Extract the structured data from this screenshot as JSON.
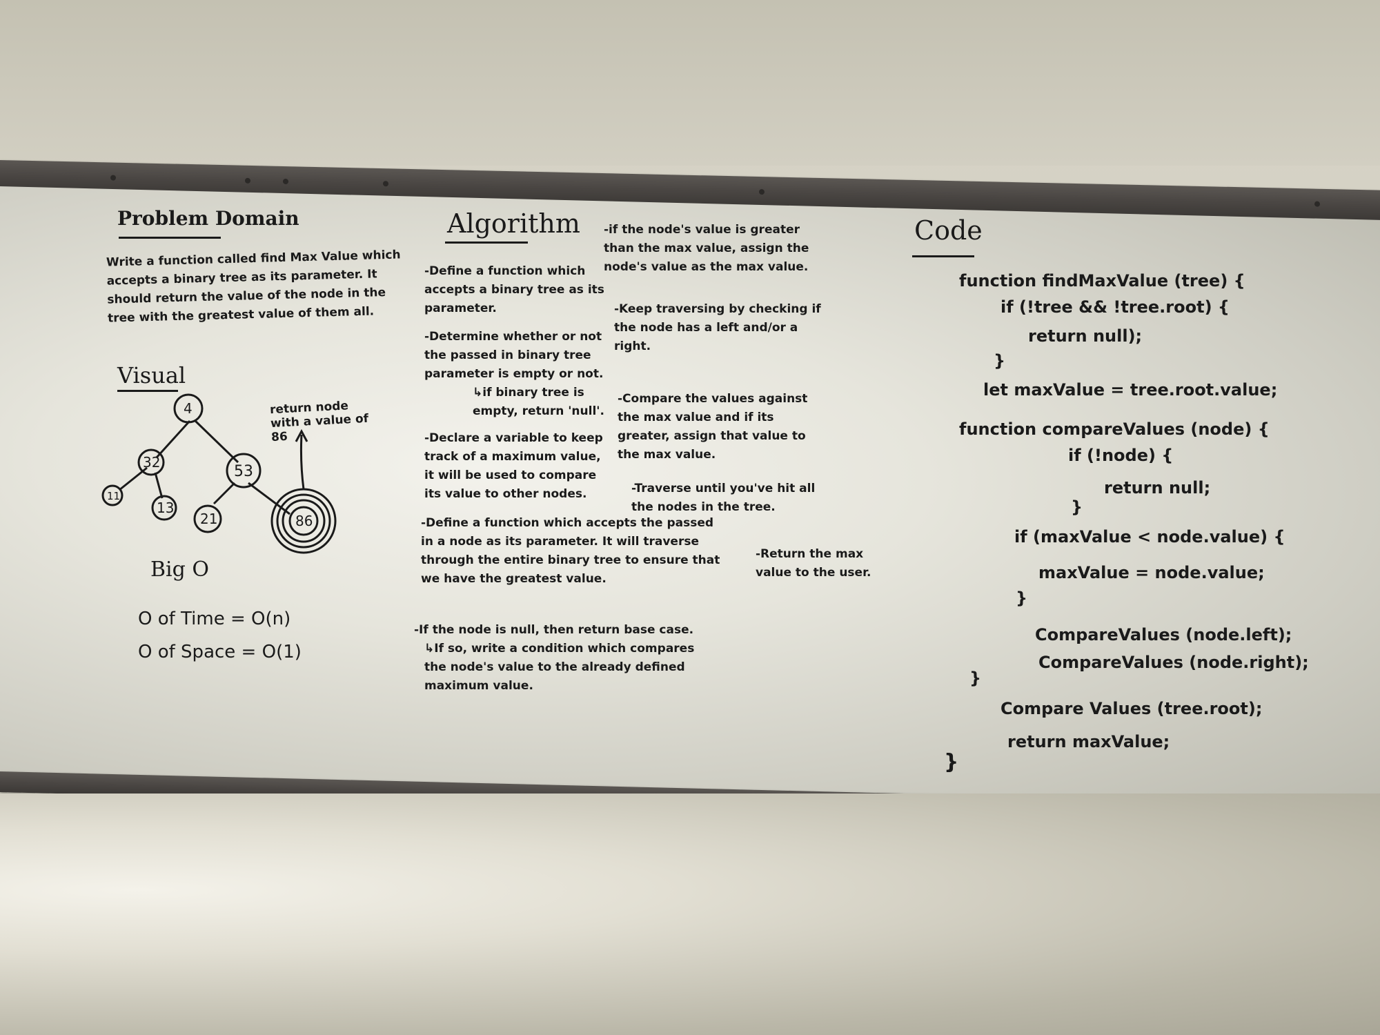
{
  "problem_domain": {
    "heading": "Problem Domain",
    "text": "Write a function called find Max Value which accepts a binary tree as its parameter. It should return the value of the node in the tree with the greatest value of them all."
  },
  "visual": {
    "heading": "Visual",
    "nodes": [
      "4",
      "32",
      "53",
      "11",
      "13",
      "21",
      "86"
    ],
    "annotation": "return node with a value of 86"
  },
  "big_o": {
    "heading": "Big O",
    "time": "O of Time = O(n)",
    "space": "O of Space = O(1)"
  },
  "algorithm": {
    "heading": "Algorithm",
    "col1": [
      "-Define a function which accepts a binary tree as its parameter.",
      "-Determine whether or not the passed in binary tree parameter is empty or not.",
      "↳if binary tree is empty, return 'null'.",
      "-Declare a variable to keep track of a maximum value, it will be used to compare its value to other nodes.",
      "-Define a function which accepts the passed in a node as its parameter. It will traverse through the entire binary tree to ensure that we have the greatest value.",
      "-If the node is null, then return base case.",
      "↳If so, write a condition which compares the node's value to the already defined maximum value."
    ],
    "col2": [
      "-if the node's value is greater than the max value, assign the node's value as the max value.",
      "-Keep traversing by checking if the node has a left and/or a right.",
      "-Compare the values against the max value and if its greater, assign that value to the max value.",
      "-Traverse until you've hit all the nodes in the tree.",
      "-Return the max value to the user."
    ]
  },
  "code": {
    "heading": "Code",
    "lines": [
      "function findMaxValue (tree) {",
      "if (!tree && !tree.root) {",
      "return null);",
      "}",
      "let maxValue = tree.root.value;",
      "function compareValues (node) {",
      "if (!node) {",
      "return null;",
      "}",
      "if (maxValue < node.value) {",
      "maxValue = node.value;",
      "}",
      "CompareValues (node.left);",
      "CompareValues (node.right);",
      "}",
      "Compare Values (tree.root);",
      "return maxValue;",
      "}"
    ]
  }
}
